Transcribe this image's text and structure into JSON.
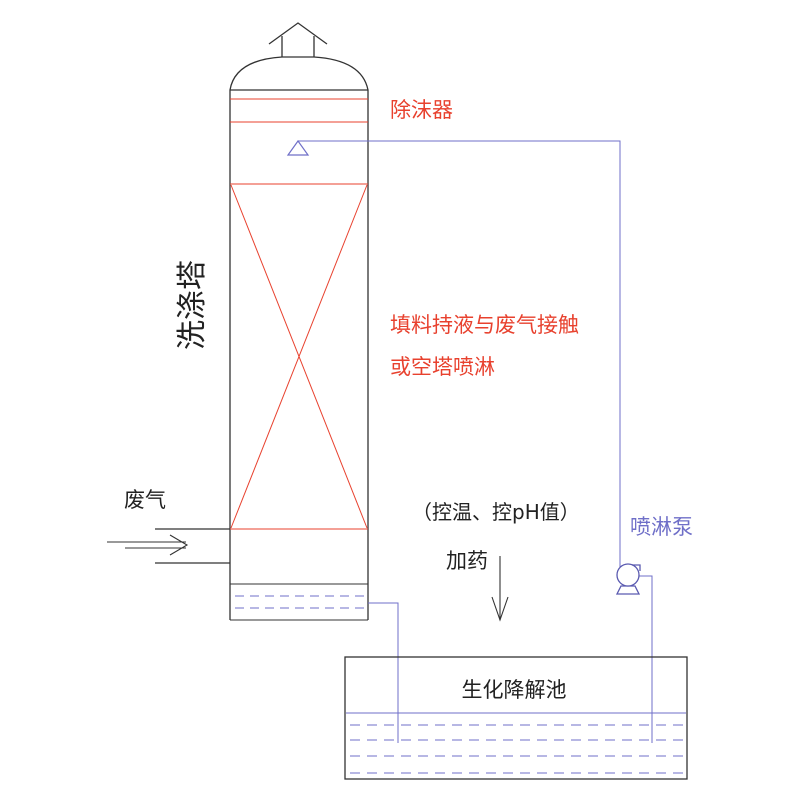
{
  "labels": {
    "tower": "洗涤塔",
    "demister": "除沫器",
    "packing_line1": "填料持液与废气接触",
    "packing_line2": "或空塔喷淋",
    "exhaust_gas": "废气",
    "control_note": "（控温、控pH值）",
    "dosing": "加药",
    "spray_pump": "喷淋泵",
    "bio_pool": "生化降解池"
  },
  "colors": {
    "line": "#333333",
    "red": "#e8412e",
    "blue": "#6f6fc8"
  }
}
